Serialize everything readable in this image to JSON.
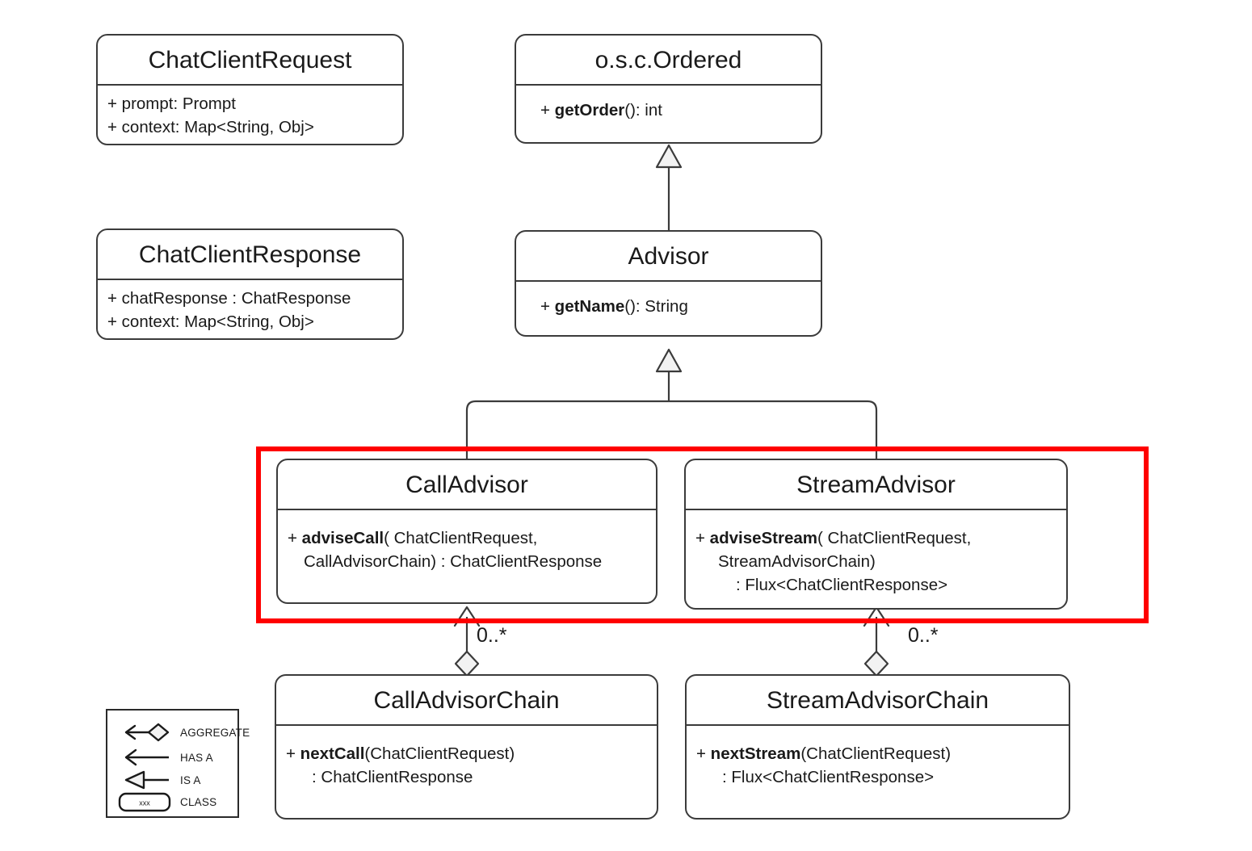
{
  "diagram": {
    "title": "Spring AI Advisor class diagram",
    "colors": {
      "highlight": "#ff0000",
      "stroke": "#3b3b3b",
      "fill": "#ffffff",
      "glyph_fill": "#f2f2f2"
    }
  },
  "classes": {
    "chat_client_request": {
      "name": "ChatClientRequest",
      "members": [
        {
          "prefix": "+ ",
          "bold": "",
          "rest": "prompt: Prompt"
        },
        {
          "prefix": "+ ",
          "bold": "",
          "rest": "context: Map<String, Obj>"
        }
      ]
    },
    "chat_client_response": {
      "name": "ChatClientResponse",
      "members": [
        {
          "prefix": "+ ",
          "bold": "",
          "rest": "chatResponse : ChatResponse"
        },
        {
          "prefix": "+ ",
          "bold": "",
          "rest": "context: Map<String, Obj>"
        }
      ]
    },
    "ordered": {
      "name": "o.s.c.Ordered",
      "members": [
        {
          "prefix": "+ ",
          "bold": "getOrder",
          "rest": "(): int"
        }
      ]
    },
    "advisor": {
      "name": "Advisor",
      "members": [
        {
          "prefix": "+ ",
          "bold": "getName",
          "rest": "(): String"
        }
      ]
    },
    "call_advisor": {
      "name": "CallAdvisor",
      "members": [
        {
          "prefix": "+ ",
          "bold": "adviseCall",
          "rest": "( ChatClientRequest,"
        },
        {
          "prefix": "   ",
          "bold": "",
          "rest": "CallAdvisorChain) : ChatClientResponse"
        }
      ]
    },
    "stream_advisor": {
      "name": "StreamAdvisor",
      "members": [
        {
          "prefix": "+ ",
          "bold": "adviseStream",
          "rest": "( ChatClientRequest,"
        },
        {
          "prefix": "   ",
          "bold": "",
          "rest": "StreamAdvisorChain)"
        },
        {
          "prefix": "     ",
          "bold": "",
          "rest": ": Flux<ChatClientResponse>"
        }
      ]
    },
    "call_advisor_chain": {
      "name": "CallAdvisorChain",
      "members": [
        {
          "prefix": "+ ",
          "bold": "nextCall",
          "rest": "(ChatClientRequest)"
        },
        {
          "prefix": "    ",
          "bold": "",
          "rest": ": ChatClientResponse"
        }
      ]
    },
    "stream_advisor_chain": {
      "name": "StreamAdvisorChain",
      "members": [
        {
          "prefix": "+ ",
          "bold": "nextStream",
          "rest": "(ChatClientRequest)"
        },
        {
          "prefix": "    ",
          "bold": "",
          "rest": ": Flux<ChatClientResponse>"
        }
      ]
    }
  },
  "relations": {
    "advisor_extends_ordered": {
      "kind": "is-a",
      "from": "Advisor",
      "to": "o.s.c.Ordered"
    },
    "call_advisor_extends_advisor": {
      "kind": "is-a",
      "from": "CallAdvisor",
      "to": "Advisor"
    },
    "stream_advisor_extends_advisor": {
      "kind": "is-a",
      "from": "StreamAdvisor",
      "to": "Advisor"
    },
    "call_chain_aggregate": {
      "kind": "aggregate",
      "from": "CallAdvisorChain",
      "to": "CallAdvisor",
      "multiplicity": "0..*"
    },
    "stream_chain_aggregate": {
      "kind": "aggregate",
      "from": "StreamAdvisorChain",
      "to": "StreamAdvisor",
      "multiplicity": "0..*"
    }
  },
  "multiplicity_labels": {
    "call": "0..*",
    "stream": "0..*"
  },
  "legend": {
    "rows": [
      {
        "icon": "aggregate-arrow-diamond-icon",
        "label": "AGGREGATE"
      },
      {
        "icon": "has-a-arrow-icon",
        "label": "HAS A"
      },
      {
        "icon": "is-a-triangle-arrow-icon",
        "label": "IS A"
      },
      {
        "icon": "class-box-icon",
        "label": "CLASS"
      }
    ],
    "class_box_text": "xxx"
  }
}
